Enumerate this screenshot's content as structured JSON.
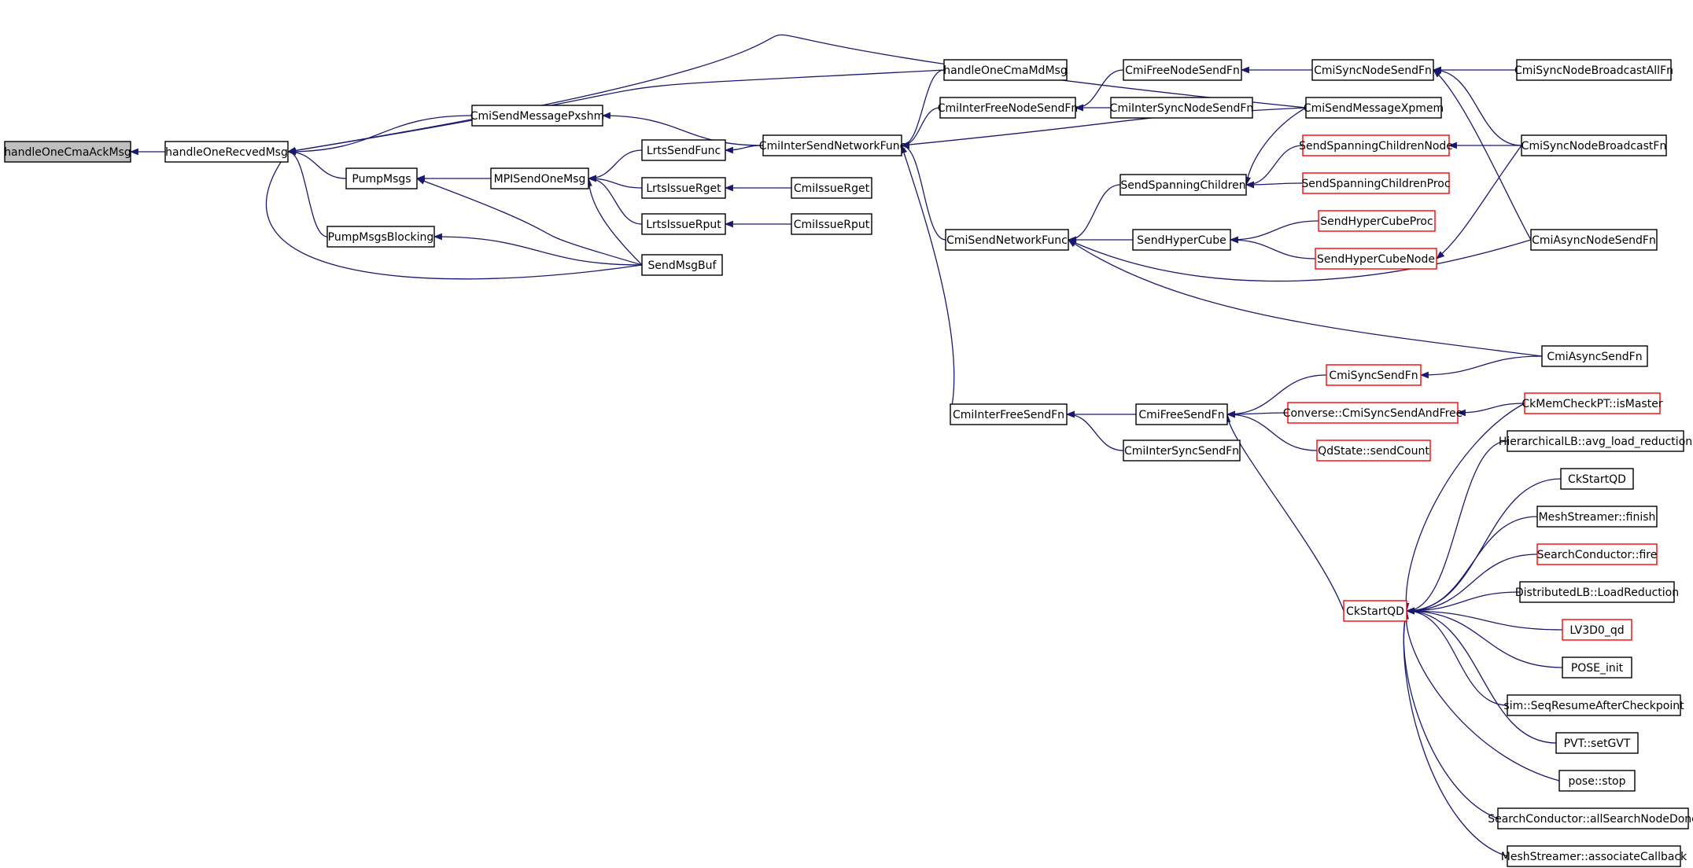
{
  "colors": {
    "edge": "#191970",
    "normal_border": "#000000",
    "truncated_border": "#ff0000",
    "focus_fill": "#bfbfbf",
    "node_fill": "#ffffff"
  },
  "graph": {
    "direction": "callers, right-to-left",
    "nodes": [
      {
        "id": "handleOneCmaAckMsg",
        "label": "handleOneCmaAckMsg",
        "kind": "focus"
      },
      {
        "id": "handleOneRecvedMsg",
        "label": "handleOneRecvedMsg",
        "kind": "normal"
      },
      {
        "id": "handleOneCmaMdMsg",
        "label": "handleOneCmaMdMsg",
        "kind": "normal"
      },
      {
        "id": "CmiSendMessagePxshm",
        "label": "CmiSendMessagePxshm",
        "kind": "normal"
      },
      {
        "id": "PumpMsgs",
        "label": "PumpMsgs",
        "kind": "normal"
      },
      {
        "id": "PumpMsgsBlocking",
        "label": "PumpMsgsBlocking",
        "kind": "normal"
      },
      {
        "id": "MPISendOneMsg",
        "label": "MPISendOneMsg",
        "kind": "normal"
      },
      {
        "id": "SendMsgBuf",
        "label": "SendMsgBuf",
        "kind": "normal"
      },
      {
        "id": "LrtsSendFunc",
        "label": "LrtsSendFunc",
        "kind": "normal"
      },
      {
        "id": "LrtsIssueRget",
        "label": "LrtsIssueRget",
        "kind": "normal"
      },
      {
        "id": "LrtsIssueRput",
        "label": "LrtsIssueRput",
        "kind": "normal"
      },
      {
        "id": "CmiInterSendNetworkFunc",
        "label": "CmiInterSendNetworkFunc",
        "kind": "normal"
      },
      {
        "id": "CmiIssueRget",
        "label": "CmiIssueRget",
        "kind": "normal"
      },
      {
        "id": "CmiIssueRput",
        "label": "CmiIssueRput",
        "kind": "normal"
      },
      {
        "id": "CmiInterFreeNodeSendFn",
        "label": "CmiInterFreeNodeSendFn",
        "kind": "normal"
      },
      {
        "id": "CmiFreeNodeSendFn",
        "label": "CmiFreeNodeSendFn",
        "kind": "normal"
      },
      {
        "id": "CmiInterSyncNodeSendFn",
        "label": "CmiInterSyncNodeSendFn",
        "kind": "normal"
      },
      {
        "id": "CmiSyncNodeSendFn",
        "label": "CmiSyncNodeSendFn",
        "kind": "normal"
      },
      {
        "id": "CmiSyncNodeBroadcastAllFn",
        "label": "CmiSyncNodeBroadcastAllFn",
        "kind": "normal"
      },
      {
        "id": "CmiSendMessageXpmem",
        "label": "CmiSendMessageXpmem",
        "kind": "normal"
      },
      {
        "id": "CmiSendNetworkFunc",
        "label": "CmiSendNetworkFunc",
        "kind": "normal"
      },
      {
        "id": "SendSpanningChildren",
        "label": "SendSpanningChildren",
        "kind": "normal"
      },
      {
        "id": "SendSpanningChildrenNode",
        "label": "SendSpanningChildrenNode",
        "kind": "truncated"
      },
      {
        "id": "SendSpanningChildrenProc",
        "label": "SendSpanningChildrenProc",
        "kind": "truncated"
      },
      {
        "id": "CmiSyncNodeBroadcastFn",
        "label": "CmiSyncNodeBroadcastFn",
        "kind": "normal"
      },
      {
        "id": "SendHyperCube",
        "label": "SendHyperCube",
        "kind": "normal"
      },
      {
        "id": "SendHyperCubeProc",
        "label": "SendHyperCubeProc",
        "kind": "truncated"
      },
      {
        "id": "SendHyperCubeNode",
        "label": "SendHyperCubeNode",
        "kind": "truncated"
      },
      {
        "id": "CmiAsyncNodeSendFn",
        "label": "CmiAsyncNodeSendFn",
        "kind": "normal"
      },
      {
        "id": "CmiAsyncSendFn",
        "label": "CmiAsyncSendFn",
        "kind": "normal"
      },
      {
        "id": "CmiInterFreeSendFn",
        "label": "CmiInterFreeSendFn",
        "kind": "normal"
      },
      {
        "id": "CmiFreeSendFn",
        "label": "CmiFreeSendFn",
        "kind": "normal"
      },
      {
        "id": "CmiInterSyncSendFn",
        "label": "CmiInterSyncSendFn",
        "kind": "normal"
      },
      {
        "id": "CmiSyncSendFn",
        "label": "CmiSyncSendFn",
        "kind": "truncated"
      },
      {
        "id": "ConverseCmiSyncSendAndFree",
        "label": "Converse::CmiSyncSendAndFree",
        "kind": "truncated"
      },
      {
        "id": "QdStateSendCount",
        "label": "QdState::sendCount",
        "kind": "truncated"
      },
      {
        "id": "CkMemCheckPTIsMaster",
        "label": "CkMemCheckPT::isMaster",
        "kind": "truncated"
      },
      {
        "id": "CkStartQDred",
        "label": "CkStartQD",
        "kind": "truncated"
      },
      {
        "id": "HierarchicalLBAvg",
        "label": "HierarchicalLB::avg_load_reduction",
        "kind": "normal"
      },
      {
        "id": "CkStartQD2",
        "label": "CkStartQD",
        "kind": "normal"
      },
      {
        "id": "MeshStreamerFinish",
        "label": "MeshStreamer::finish",
        "kind": "normal"
      },
      {
        "id": "SearchConductorFire",
        "label": "SearchConductor::fire",
        "kind": "truncated"
      },
      {
        "id": "DistributedLBLoadReduction",
        "label": "DistributedLB::LoadReduction",
        "kind": "normal"
      },
      {
        "id": "LV3D0qd",
        "label": "LV3D0_qd",
        "kind": "truncated"
      },
      {
        "id": "POSEinit",
        "label": "POSE_init",
        "kind": "normal"
      },
      {
        "id": "simSeqResume",
        "label": "sim::SeqResumeAfterCheckpoint",
        "kind": "normal"
      },
      {
        "id": "PVTsetGVT",
        "label": "PVT::setGVT",
        "kind": "normal"
      },
      {
        "id": "poseStop",
        "label": "pose::stop",
        "kind": "normal"
      },
      {
        "id": "SearchConductorAllDone",
        "label": "SearchConductor::allSearchNodeDone",
        "kind": "normal"
      },
      {
        "id": "MeshStreamerAssociate",
        "label": "MeshStreamer::associateCallback",
        "kind": "normal"
      }
    ],
    "edges": [
      {
        "from": "handleOneRecvedMsg",
        "to": "handleOneCmaAckMsg"
      },
      {
        "from": "handleOneCmaMdMsg",
        "to": "handleOneRecvedMsg"
      },
      {
        "from": "CmiSendMessagePxshm",
        "to": "handleOneRecvedMsg"
      },
      {
        "from": "PumpMsgs",
        "to": "handleOneRecvedMsg"
      },
      {
        "from": "PumpMsgsBlocking",
        "to": "handleOneRecvedMsg"
      },
      {
        "from": "SendMsgBuf",
        "to": "handleOneRecvedMsg"
      },
      {
        "from": "CmiSendMessageXpmem",
        "to": "handleOneRecvedMsg"
      },
      {
        "from": "MPISendOneMsg",
        "to": "PumpMsgs"
      },
      {
        "from": "SendMsgBuf",
        "to": "PumpMsgs"
      },
      {
        "from": "SendMsgBuf",
        "to": "PumpMsgsBlocking"
      },
      {
        "from": "LrtsSendFunc",
        "to": "MPISendOneMsg"
      },
      {
        "from": "LrtsIssueRget",
        "to": "MPISendOneMsg"
      },
      {
        "from": "LrtsIssueRput",
        "to": "MPISendOneMsg"
      },
      {
        "from": "SendMsgBuf",
        "to": "MPISendOneMsg"
      },
      {
        "from": "CmiInterSendNetworkFunc",
        "to": "CmiSendMessagePxshm"
      },
      {
        "from": "CmiInterSendNetworkFunc",
        "to": "LrtsSendFunc"
      },
      {
        "from": "CmiIssueRget",
        "to": "LrtsIssueRget"
      },
      {
        "from": "CmiIssueRput",
        "to": "LrtsIssueRput"
      },
      {
        "from": "handleOneCmaMdMsg",
        "to": "CmiInterSendNetworkFunc"
      },
      {
        "from": "CmiInterFreeNodeSendFn",
        "to": "CmiInterSendNetworkFunc"
      },
      {
        "from": "CmiSendMessageXpmem",
        "to": "CmiInterSendNetworkFunc"
      },
      {
        "from": "CmiSendNetworkFunc",
        "to": "CmiInterSendNetworkFunc"
      },
      {
        "from": "CmiInterFreeSendFn",
        "to": "CmiInterSendNetworkFunc"
      },
      {
        "from": "CmiFreeNodeSendFn",
        "to": "CmiInterFreeNodeSendFn"
      },
      {
        "from": "CmiInterSyncNodeSendFn",
        "to": "CmiInterFreeNodeSendFn"
      },
      {
        "from": "CmiSyncNodeSendFn",
        "to": "CmiFreeNodeSendFn"
      },
      {
        "from": "CmiSyncNodeBroadcastAllFn",
        "to": "CmiSyncNodeSendFn"
      },
      {
        "from": "CmiSyncNodeBroadcastFn",
        "to": "CmiSyncNodeSendFn"
      },
      {
        "from": "CmiAsyncNodeSendFn",
        "to": "CmiSyncNodeSendFn"
      },
      {
        "from": "SendSpanningChildren",
        "to": "CmiSendNetworkFunc"
      },
      {
        "from": "SendHyperCube",
        "to": "CmiSendNetworkFunc"
      },
      {
        "from": "CmiAsyncNodeSendFn",
        "to": "CmiSendNetworkFunc"
      },
      {
        "from": "CmiAsyncSendFn",
        "to": "CmiSendNetworkFunc"
      },
      {
        "from": "CmiSendMessageXpmem",
        "to": "SendSpanningChildren"
      },
      {
        "from": "SendSpanningChildrenNode",
        "to": "SendSpanningChildren"
      },
      {
        "from": "SendSpanningChildrenProc",
        "to": "SendSpanningChildren"
      },
      {
        "from": "CmiSyncNodeBroadcastFn",
        "to": "SendSpanningChildrenNode"
      },
      {
        "from": "SendHyperCubeProc",
        "to": "SendHyperCube"
      },
      {
        "from": "SendHyperCubeNode",
        "to": "SendHyperCube"
      },
      {
        "from": "CmiSyncNodeBroadcastFn",
        "to": "SendHyperCubeNode"
      },
      {
        "from": "CmiFreeSendFn",
        "to": "CmiInterFreeSendFn"
      },
      {
        "from": "CmiInterSyncSendFn",
        "to": "CmiInterFreeSendFn"
      },
      {
        "from": "CmiSyncSendFn",
        "to": "CmiFreeSendFn"
      },
      {
        "from": "ConverseCmiSyncSendAndFree",
        "to": "CmiFreeSendFn"
      },
      {
        "from": "QdStateSendCount",
        "to": "CmiFreeSendFn"
      },
      {
        "from": "CkStartQDred",
        "to": "CmiFreeSendFn"
      },
      {
        "from": "CmiAsyncSendFn",
        "to": "CmiSyncSendFn"
      },
      {
        "from": "CkMemCheckPTIsMaster",
        "to": "ConverseCmiSyncSendAndFree"
      },
      {
        "from": "CkMemCheckPTIsMaster",
        "to": "CkStartQDred"
      },
      {
        "from": "HierarchicalLBAvg",
        "to": "CkStartQDred"
      },
      {
        "from": "CkStartQD2",
        "to": "CkStartQDred"
      },
      {
        "from": "MeshStreamerFinish",
        "to": "CkStartQDred"
      },
      {
        "from": "SearchConductorFire",
        "to": "CkStartQDred"
      },
      {
        "from": "DistributedLBLoadReduction",
        "to": "CkStartQDred"
      },
      {
        "from": "LV3D0qd",
        "to": "CkStartQDred"
      },
      {
        "from": "POSEinit",
        "to": "CkStartQDred"
      },
      {
        "from": "simSeqResume",
        "to": "CkStartQDred"
      },
      {
        "from": "PVTsetGVT",
        "to": "CkStartQDred"
      },
      {
        "from": "poseStop",
        "to": "CkStartQDred"
      },
      {
        "from": "SearchConductorAllDone",
        "to": "CkStartQDred"
      },
      {
        "from": "MeshStreamerAssociate",
        "to": "CkStartQDred"
      }
    ]
  }
}
